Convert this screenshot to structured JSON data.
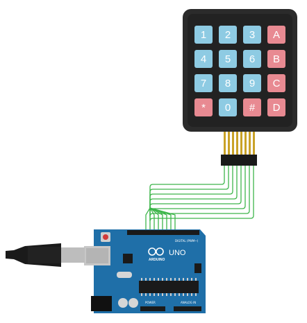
{
  "keypad": {
    "rows": [
      [
        {
          "label": "1",
          "type": "num"
        },
        {
          "label": "2",
          "type": "num"
        },
        {
          "label": "3",
          "type": "num"
        },
        {
          "label": "A",
          "type": "letter"
        }
      ],
      [
        {
          "label": "4",
          "type": "num"
        },
        {
          "label": "5",
          "type": "num"
        },
        {
          "label": "6",
          "type": "num"
        },
        {
          "label": "B",
          "type": "letter"
        }
      ],
      [
        {
          "label": "7",
          "type": "num"
        },
        {
          "label": "8",
          "type": "num"
        },
        {
          "label": "9",
          "type": "num"
        },
        {
          "label": "C",
          "type": "letter"
        }
      ],
      [
        {
          "label": "*",
          "type": "letter"
        },
        {
          "label": "0",
          "type": "num"
        },
        {
          "label": "#",
          "type": "letter"
        },
        {
          "label": "D",
          "type": "letter"
        }
      ]
    ],
    "colors": {
      "frame": "#2b2b2b",
      "num_key": "#8ecbe3",
      "letter_key": "#e88a92",
      "pins": "#c9a227"
    }
  },
  "wires": {
    "count": 8,
    "color": "#3db54a"
  },
  "arduino": {
    "model_label": "UNO",
    "brand_label": "ARDUINO",
    "header_label": "DIGITAL (PWM~)",
    "power_label": "POWER",
    "analog_label": "ANALOG IN",
    "colors": {
      "board": "#1f6fa8",
      "usb": "#c7c7c7",
      "chip": "#1a1a1a"
    }
  },
  "cable": {
    "color": "#1a1a1a"
  }
}
